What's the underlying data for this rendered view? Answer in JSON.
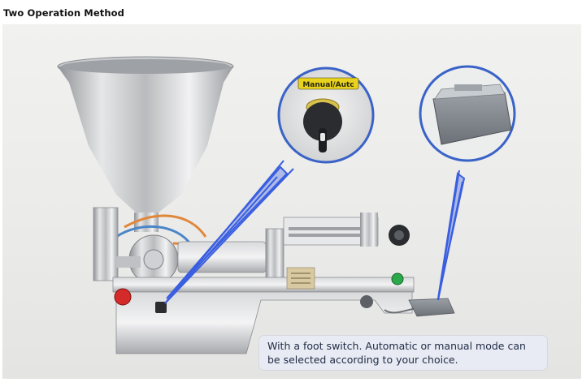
{
  "header": {
    "title": "Two Operation Method"
  },
  "callouts": {
    "switch_label": "Manual/Autc"
  },
  "caption": {
    "line1": "With a foot switch. Automatic or manual mode can",
    "line2": "be selected according to your choice."
  },
  "colors": {
    "pointer_lines": "#3a5ee0",
    "callout_ring": "#3a63c8",
    "badge_bg": "#e8d21e",
    "emergency_stop": "#d42a2a",
    "start_button": "#2aa84a"
  }
}
